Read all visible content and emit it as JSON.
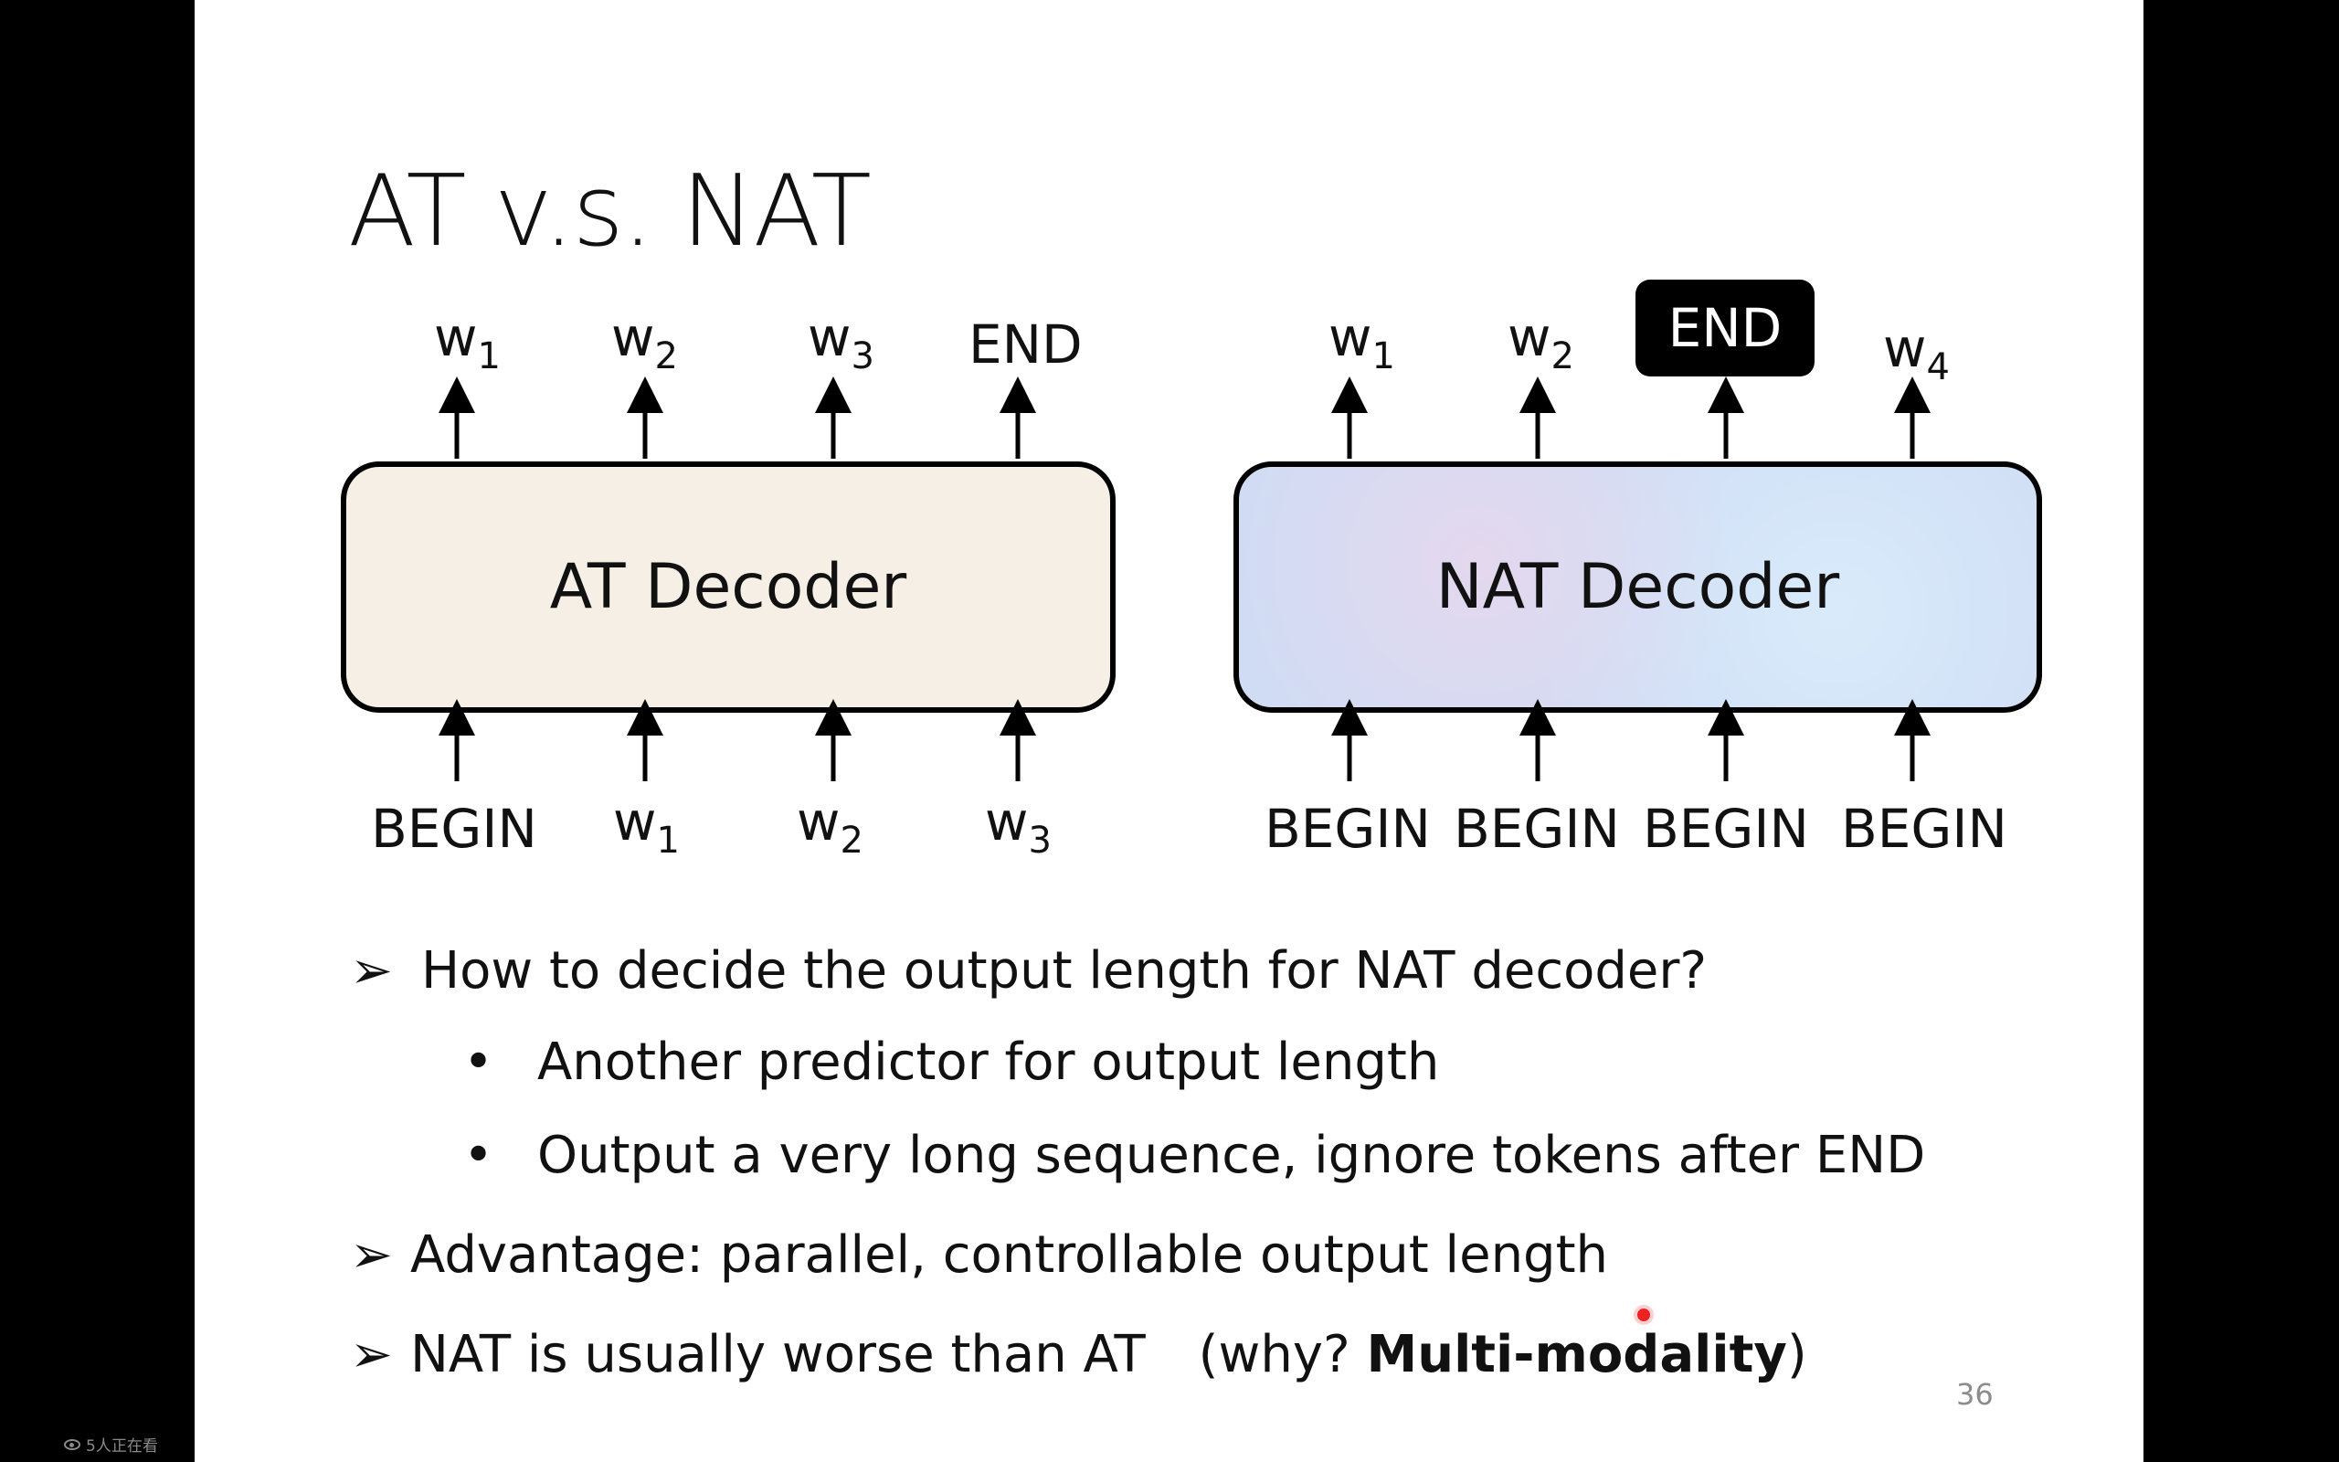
{
  "slide": {
    "title": "AT v.s. NAT",
    "page_number": "36",
    "at": {
      "box_label": "AT Decoder",
      "outputs": [
        {
          "w": "w",
          "sub": "1"
        },
        {
          "w": "w",
          "sub": "2"
        },
        {
          "w": "w",
          "sub": "3"
        },
        {
          "w": "END",
          "sub": ""
        }
      ],
      "inputs": [
        {
          "w": "BEGIN",
          "sub": ""
        },
        {
          "w": "w",
          "sub": "1"
        },
        {
          "w": "w",
          "sub": "2"
        },
        {
          "w": "w",
          "sub": "3"
        }
      ]
    },
    "nat": {
      "box_label": "NAT Decoder",
      "outputs": [
        {
          "w": "w",
          "sub": "1"
        },
        {
          "w": "w",
          "sub": "2"
        },
        {
          "w": "END",
          "sub": ""
        },
        {
          "w": "w",
          "sub": "4"
        }
      ],
      "inputs": [
        "BEGIN",
        "BEGIN",
        "BEGIN",
        "BEGIN"
      ]
    },
    "bullets": {
      "b1": "How to decide the output length for NAT decoder?",
      "b1_1": "Another predictor for output length",
      "b1_2": "Output a very long sequence, ignore tokens after END",
      "b2": "Advantage: parallel, controllable output length",
      "b3_prefix": "NAT is usually worse than AT",
      "b3_paren_open": "(why? ",
      "b3_bold": "Multi-modality",
      "b3_paren_close": ")"
    },
    "bullet_markers": {
      "arrow": "➢",
      "dot": "•"
    }
  },
  "viewer": {
    "status_text": "5人正在看",
    "icon": "eye-icon"
  },
  "colors": {
    "at_box_fill": "#f6efe6",
    "nat_box_fill": "#cfdcf4",
    "laser": "#e22222"
  }
}
